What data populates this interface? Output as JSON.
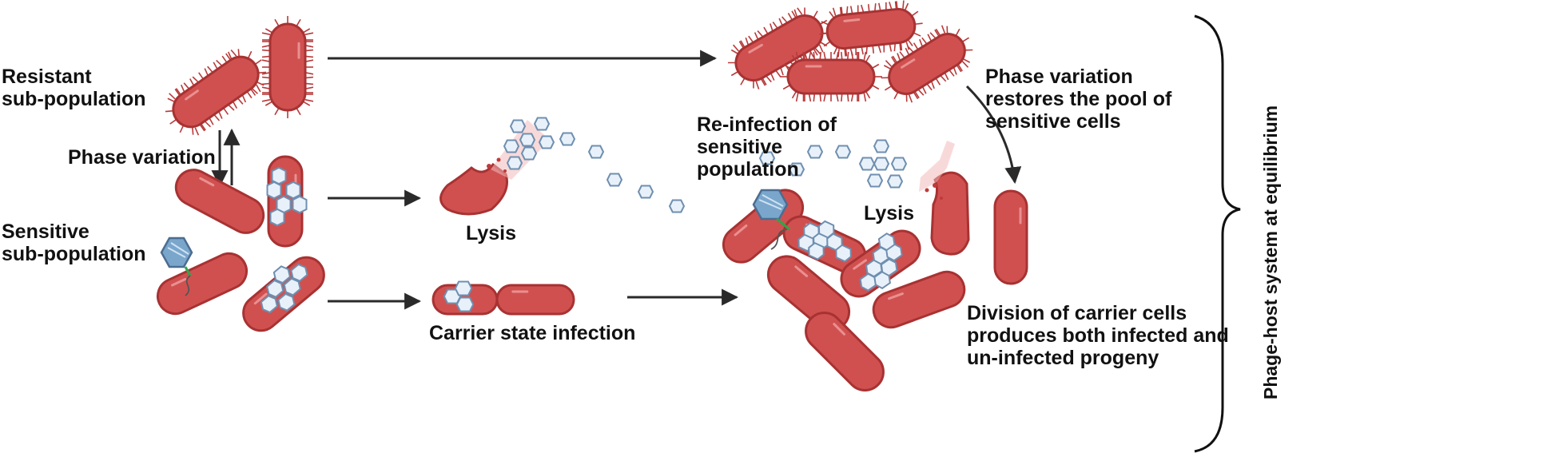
{
  "labels": {
    "resistant_line1": "Resistant",
    "resistant_line2": "sub-population",
    "phase_variation": "Phase variation",
    "sensitive_line1": "Sensitive",
    "sensitive_line2": "sub-population",
    "lysis_1": "Lysis",
    "carrier_state": "Carrier state infection",
    "reinfection_line1": "Re-infection of",
    "reinfection_line2": "sensitive",
    "reinfection_line3": "population",
    "lysis_2": "Lysis",
    "restore_line1": "Phase variation",
    "restore_line2": "restores the pool of",
    "restore_line3": "sensitive cells",
    "division_line1": "Division of carrier cells",
    "division_line2": "produces both infected and",
    "division_line3": "un-infected progeny",
    "equilibrium": "Phage-host system at equilibrium"
  },
  "colors": {
    "cell_fill": "#d05050",
    "cell_stroke": "#a83232",
    "pili": "#b83a3a",
    "phage_fill": "#e8f1fa",
    "phage_stroke": "#6f8fb0",
    "phage_head": "#7aa6cc",
    "burst": "#f3b9b9",
    "arrow": "#2a2a2a"
  }
}
